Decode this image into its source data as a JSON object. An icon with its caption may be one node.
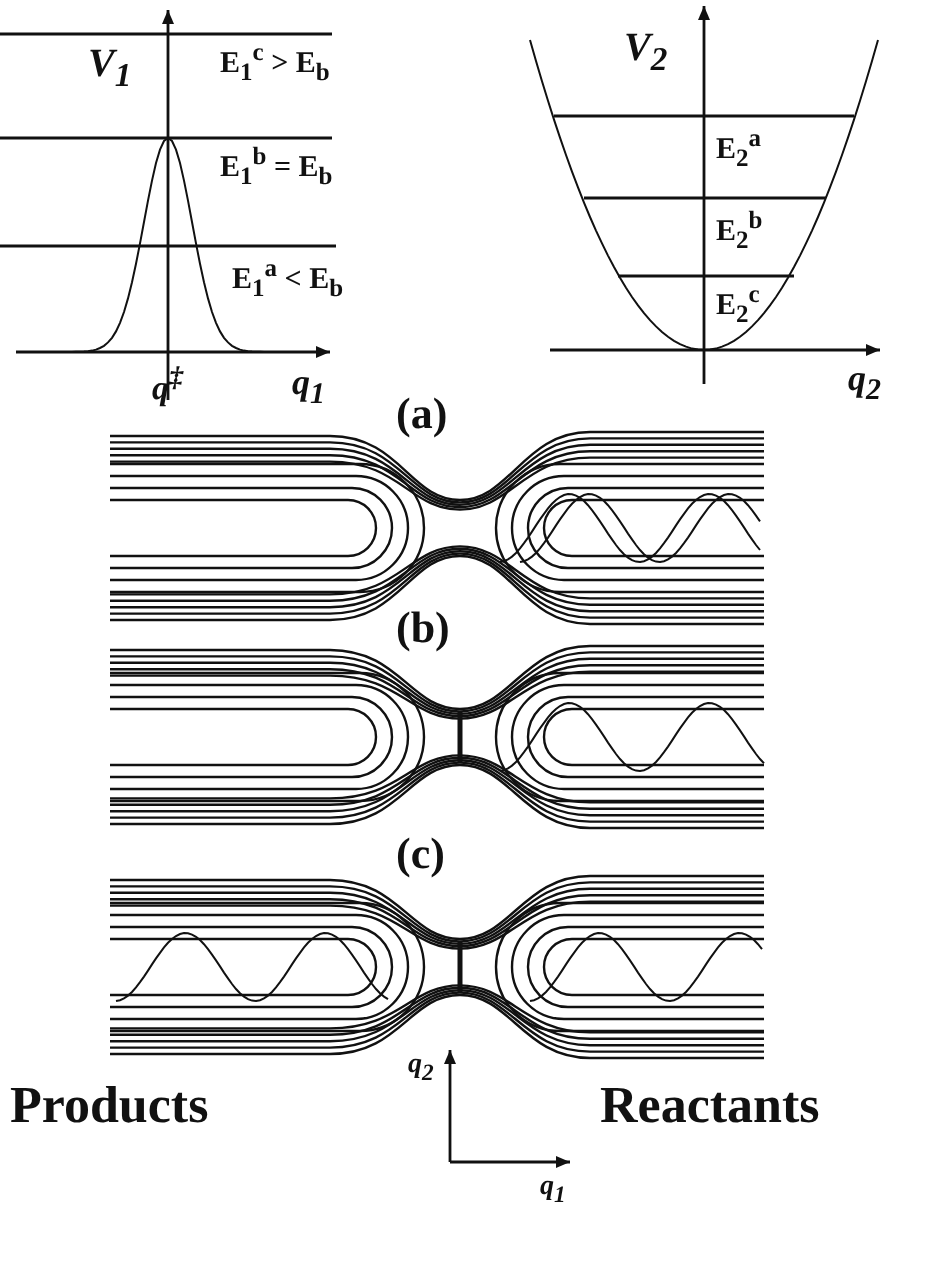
{
  "diagram": {
    "labels": [
      "V$_{1}$",
      "E$_{1}$$^{c}$ > E$_{b}$",
      "E$_{1}$$^{b}$ = E$_{b}$",
      "E$_{1}$$^{a}$ < E$_{b}$",
      "q$^{‡}$",
      "q$_{1}$",
      "V$_{2}$",
      "E$_{2}$$^{a}$",
      "E$_{2}$$^{b}$",
      "E$_{2}$$^{c}$",
      "q$_{2}$",
      "(a)",
      "(b)",
      "(c)",
      "q$_{2}$",
      "Products",
      "Reactants",
      "q$_{1}$"
    ]
  }
}
